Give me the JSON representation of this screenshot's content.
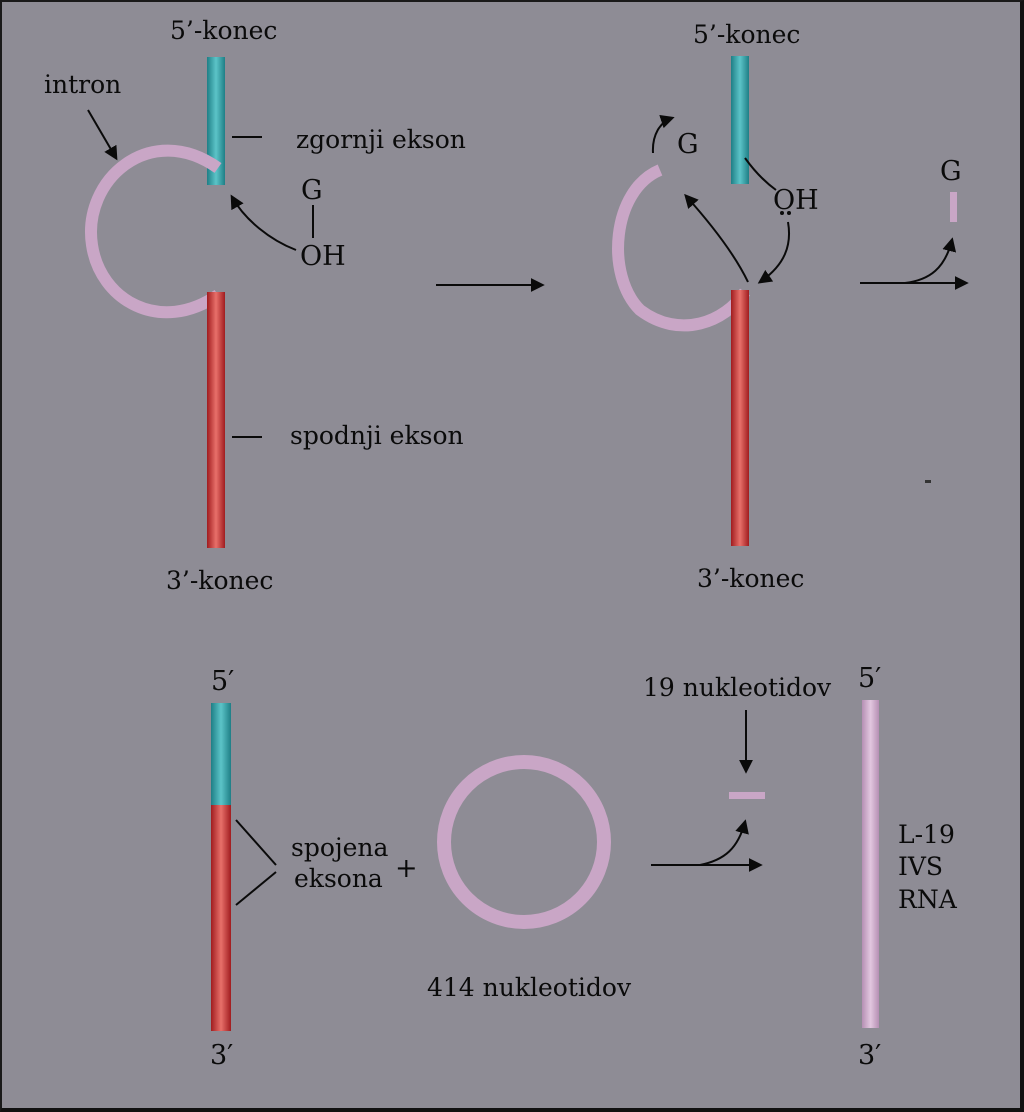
{
  "colors": {
    "background": "#8e8c95",
    "intron": "#c9a6c6",
    "upper_exon": "#2f9aa0",
    "lower_exon": "#c8292b",
    "text": "#0a0a0a"
  },
  "panel1": {
    "five_prime": "5’-konec",
    "three_prime": "3’-konec",
    "intron": "intron",
    "upper_exon": "zgornji ekson",
    "lower_exon": "spodnji ekson",
    "g": "G",
    "oh": "OH"
  },
  "panel2": {
    "five_prime": "5’-konec",
    "three_prime": "3’-konec",
    "g": "G",
    "oh": "OH",
    "released_g": "G"
  },
  "panel3": {
    "five_prime": "5′",
    "three_prime": "3′",
    "spliced_exons_line1": "spojena",
    "spliced_exons_line2": "eksona",
    "plus": "+",
    "circle_label": "414 nukleotidov",
    "fragment_label": "19 nukleotidov",
    "rna_five_prime": "5′",
    "rna_three_prime": "3′",
    "rna_line1": "L-19",
    "rna_line2": "IVS",
    "rna_line3": "RNA"
  }
}
